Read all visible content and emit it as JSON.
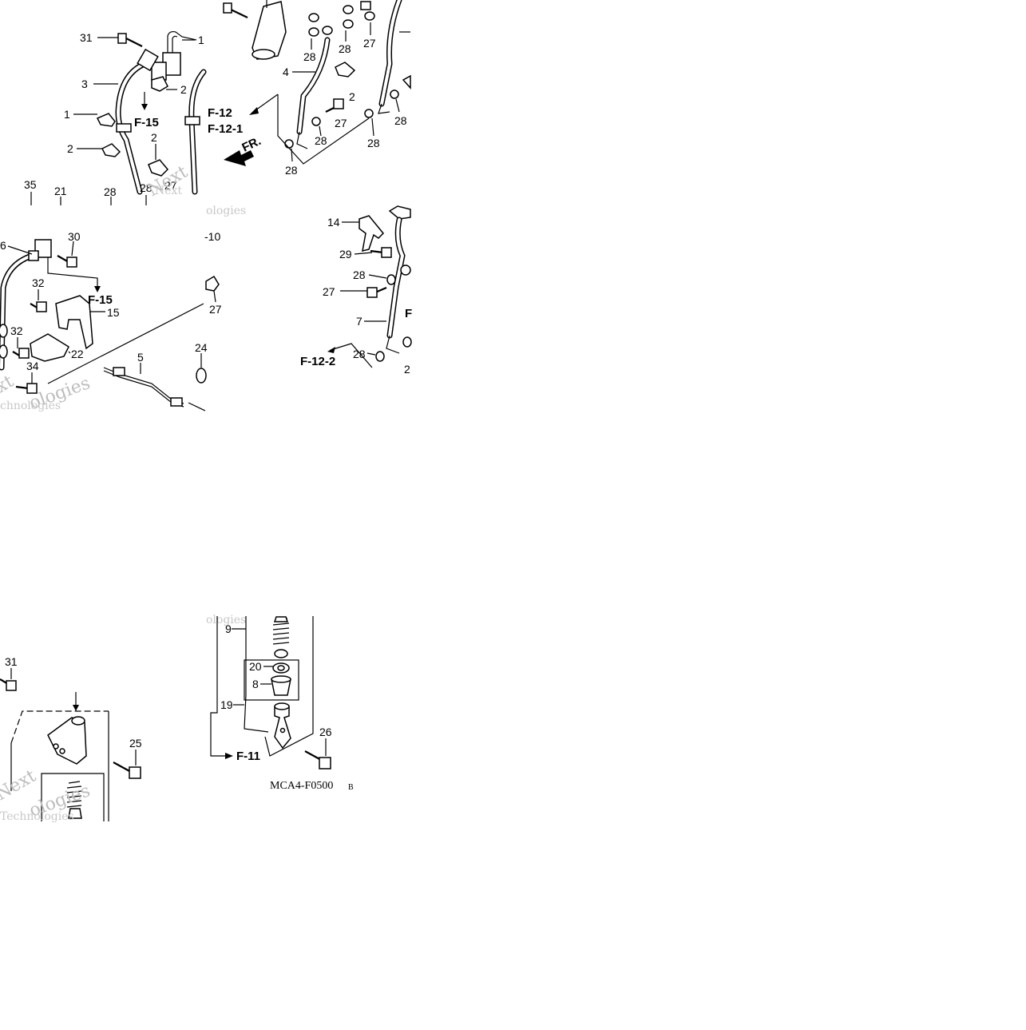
{
  "callouts": {
    "tl": [
      {
        "id": "c31",
        "text": "31"
      },
      {
        "id": "c1a",
        "text": "1"
      },
      {
        "id": "c3",
        "text": "3"
      },
      {
        "id": "c2a",
        "text": "2"
      },
      {
        "id": "c2b",
        "text": "2"
      },
      {
        "id": "c1b",
        "text": "1"
      },
      {
        "id": "c2c",
        "text": "2"
      },
      {
        "id": "c27a",
        "text": "27"
      },
      {
        "id": "c35",
        "text": "35"
      },
      {
        "id": "c21",
        "text": "21"
      },
      {
        "id": "c28a",
        "text": "28"
      },
      {
        "id": "c28b",
        "text": "28"
      }
    ],
    "tr": [
      {
        "id": "c28c",
        "text": "28"
      },
      {
        "id": "c28d",
        "text": "28"
      },
      {
        "id": "c27b",
        "text": "27"
      },
      {
        "id": "c4",
        "text": "4"
      },
      {
        "id": "c2d",
        "text": "2"
      },
      {
        "id": "c27c",
        "text": "27"
      },
      {
        "id": "c28e",
        "text": "28"
      },
      {
        "id": "c28f",
        "text": "28"
      },
      {
        "id": "c28g",
        "text": "28"
      },
      {
        "id": "c28h",
        "text": "28"
      }
    ],
    "ml": [
      {
        "id": "c6",
        "text": "6"
      },
      {
        "id": "c30",
        "text": "30"
      },
      {
        "id": "c10",
        "text": "-10"
      },
      {
        "id": "c32a",
        "text": "32"
      },
      {
        "id": "c15",
        "text": "15"
      },
      {
        "id": "c27d",
        "text": "27"
      },
      {
        "id": "c32b",
        "text": "32"
      },
      {
        "id": "c22",
        "text": "22"
      },
      {
        "id": "c24",
        "text": "24"
      },
      {
        "id": "c5",
        "text": "5"
      },
      {
        "id": "c34",
        "text": "34"
      }
    ],
    "mr": [
      {
        "id": "c14",
        "text": "14"
      },
      {
        "id": "c29",
        "text": "29"
      },
      {
        "id": "c28i",
        "text": "28"
      },
      {
        "id": "c27e",
        "text": "27"
      },
      {
        "id": "c7",
        "text": "7"
      },
      {
        "id": "c28j",
        "text": "28"
      },
      {
        "id": "c2e",
        "text": "2"
      }
    ],
    "bl": [
      {
        "id": "c31b",
        "text": "31"
      },
      {
        "id": "c25",
        "text": "25"
      }
    ],
    "bm": [
      {
        "id": "c9",
        "text": "9"
      },
      {
        "id": "c20",
        "text": "20"
      },
      {
        "id": "c8",
        "text": "8"
      },
      {
        "id": "c19",
        "text": "19"
      },
      {
        "id": "c26",
        "text": "26"
      }
    ]
  },
  "refs": {
    "f15_top": "F-15",
    "f12": "F-12",
    "f12_1": "F-12-1",
    "fr": "FR.",
    "f15_mid": "F-15",
    "f12_2": "F-12-2",
    "f_cut": "F",
    "f11": "F-11"
  },
  "diagram_code": "MCA4-F0500",
  "diagram_code_suffix": "B",
  "watermark": {
    "brand1": "Next",
    "brand2": "Technologies",
    "brand3": "ologies",
    "brand4": "xt",
    "brand5": "chnologies",
    "brand6": "ologies"
  }
}
